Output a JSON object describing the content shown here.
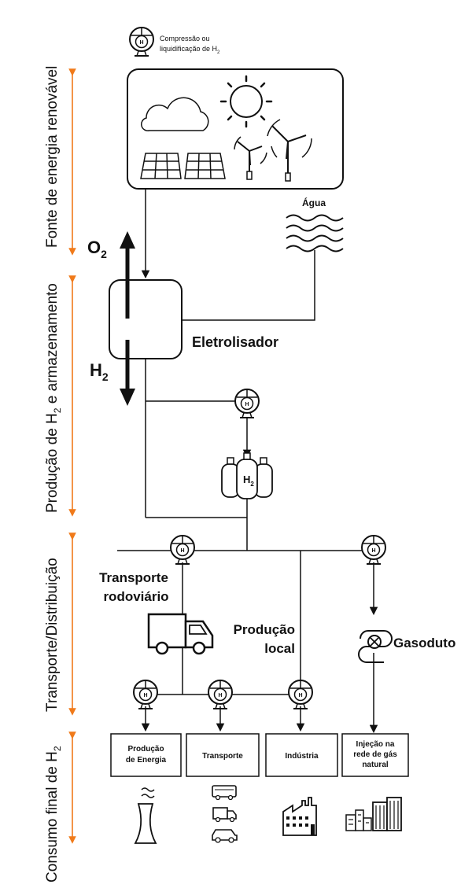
{
  "stages": {
    "fonte": "Fonte de energia renovável",
    "producao_pre": "Produção de H",
    "producao_sub": "2",
    "producao_post": " e armazenamento",
    "transporte_pre": "Transporte/Distribuição",
    "consumo_pre": "Consumo final de H",
    "consumo_sub": "2"
  },
  "legend": {
    "line1": "Compressão ou",
    "line2_pre": "liquidificação de H",
    "line2_sub": "2"
  },
  "labels": {
    "agua": "Água",
    "o2_main": "O",
    "o2_sub": "2",
    "h2_main": "H",
    "h2_sub": "2",
    "eletrolisador": "Eletrolisador",
    "tank_h": "H",
    "tank_sub": "2",
    "transporte_rod_1": "Transporte",
    "transporte_rod_2": "rodoviário",
    "producao_local_1": "Produção",
    "producao_local_2": "local",
    "gasoduto": "Gasoduto"
  },
  "compressor_label": "H",
  "compressor_sub": "2",
  "end_uses": [
    {
      "line1": "Produção",
      "line2": "de Energia",
      "line3": ""
    },
    {
      "line1": "Transporte",
      "line2": "",
      "line3": ""
    },
    {
      "line1": "Indústria",
      "line2": "",
      "line3": ""
    },
    {
      "line1": "Injeção na",
      "line2": "rede de gás",
      "line3": "natural"
    }
  ],
  "colors": {
    "accent": "#f07a1a",
    "ink": "#111111"
  },
  "icons": [
    "compressor-icon",
    "cloud-icon",
    "sun-icon",
    "solar-panel-icon",
    "wind-turbine-icon",
    "water-waves-icon",
    "gas-cylinders-icon",
    "truck-icon",
    "pipeline-valve-icon",
    "cooling-tower-icon",
    "bus-icon",
    "car-icon",
    "factory-icon",
    "city-buildings-icon"
  ]
}
